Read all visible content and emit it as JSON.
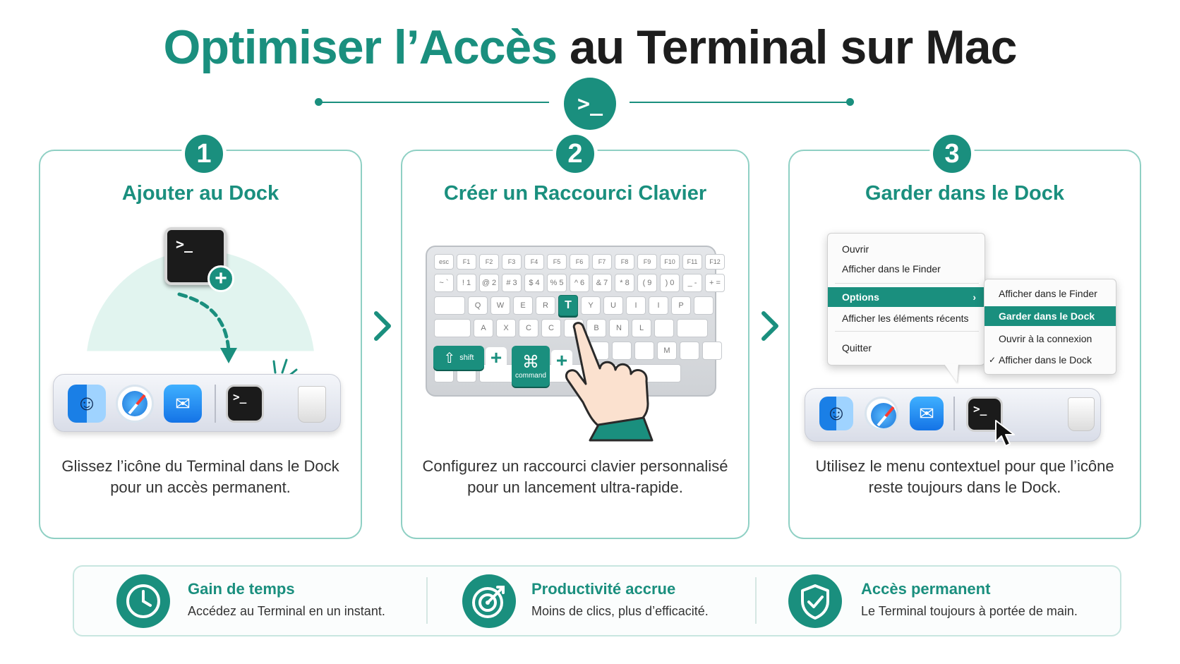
{
  "header": {
    "title_highlight": "Optimiser l’Accès",
    "title_rest": "au Terminal sur Mac",
    "hero_icon_text": ">_"
  },
  "colors": {
    "accent": "#1a8f7e",
    "card_border": "#8fd0c4",
    "text": "#333333"
  },
  "steps": [
    {
      "number": "1",
      "title": "Ajouter au Dock",
      "description": "Glissez l’icône du Terminal dans le Dock pour un accès permanent.",
      "icons": [
        "terminal-icon",
        "plus-icon",
        "finder-icon",
        "safari-icon",
        "mail-icon",
        "terminal-icon",
        "trash-icon"
      ]
    },
    {
      "number": "2",
      "title": "Créer un Raccourci Clavier",
      "description": "Configurez un raccourci clavier personnalisé pour un lancement ultra-rapide.",
      "keyboard": {
        "fn_row": [
          "esc",
          "F1",
          "F2",
          "F3",
          "F4",
          "F5",
          "F6",
          "F7",
          "F8",
          "F9",
          "F10",
          "F11",
          "F12"
        ],
        "num_row": [
          "~ `",
          "! 1",
          "@ 2",
          "# 3",
          "$ 4",
          "% 5",
          "^ 6",
          "& 7",
          "* 8",
          "( 9",
          ") 0",
          "_ -",
          "+ ="
        ],
        "top_row": [
          "",
          "Q",
          "W",
          "E",
          "R",
          "T",
          "Y",
          "U",
          "I",
          "I",
          "P",
          "",
          ""
        ],
        "mid_row": [
          "",
          "A",
          "X",
          "C",
          "C",
          "",
          "B",
          "N",
          "L",
          "",
          ""
        ],
        "bot_row": [
          "",
          "",
          "",
          "",
          "",
          "",
          "",
          "",
          "M",
          "",
          ""
        ],
        "highlight_key": "T",
        "shift_label": "shift",
        "command_label": "command",
        "command_symbol": "⌘",
        "shift_symbol": "⇧",
        "plus": "+"
      }
    },
    {
      "number": "3",
      "title": "Garder dans le Dock",
      "description": "Utilisez le menu contextuel pour que l’icône reste toujours dans le Dock.",
      "menu": [
        "Ouvrir",
        "Afficher dans le Finder",
        "Options",
        "Afficher les éléments récents",
        "Quitter"
      ],
      "selected_menu": "Options",
      "submenu": [
        "Afficher dans le Finder",
        "Garder dans le Dock",
        "Ouvrir à la connexion",
        "Afficher dans le Dock"
      ],
      "selected_submenu": "Garder dans le Dock",
      "checked_submenu": "Afficher dans le Dock",
      "check_mark": "✓",
      "arrow": "›"
    }
  ],
  "benefits": [
    {
      "icon": "clock-icon",
      "title": "Gain de temps",
      "text": "Accédez au Terminal en un instant."
    },
    {
      "icon": "target-icon",
      "title": "Productivité accrue",
      "text": "Moins de clics, plus d’efficacité."
    },
    {
      "icon": "shield-check-icon",
      "title": "Accès permanent",
      "text": "Le Terminal toujours à portée de main."
    }
  ]
}
